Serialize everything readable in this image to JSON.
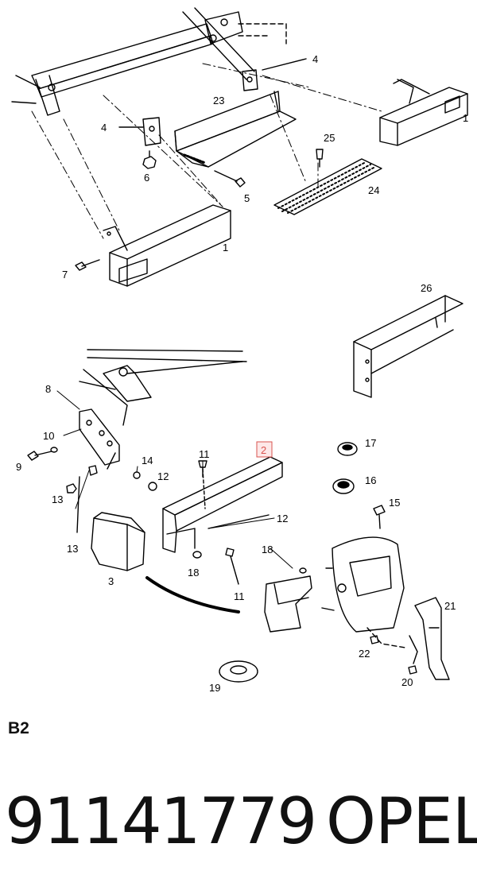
{
  "diagram": {
    "callouts": {
      "c1a": "1",
      "c1b": "1",
      "c4a": "4",
      "c4b": "4",
      "c5": "5",
      "c6": "6",
      "c7": "7",
      "c23": "23",
      "c24": "24",
      "c25": "25",
      "c26": "26",
      "c8": "8",
      "c9": "9",
      "c10": "10",
      "c11a": "11",
      "c11b": "11",
      "c12a": "12",
      "c12b": "12",
      "c13a": "13",
      "c13b": "13",
      "c14": "14",
      "c15": "15",
      "c16": "16",
      "c17": "17",
      "c18a": "18",
      "c18b": "18",
      "c19": "19",
      "c20": "20",
      "c21": "21",
      "c22": "22",
      "c3": "3"
    },
    "highlighted_callout": "2"
  },
  "footer": {
    "section_code": "B2",
    "part_number": "91141779",
    "brand": "OPEL"
  },
  "colors": {
    "line": "#000000",
    "highlight": "#d9534f"
  }
}
